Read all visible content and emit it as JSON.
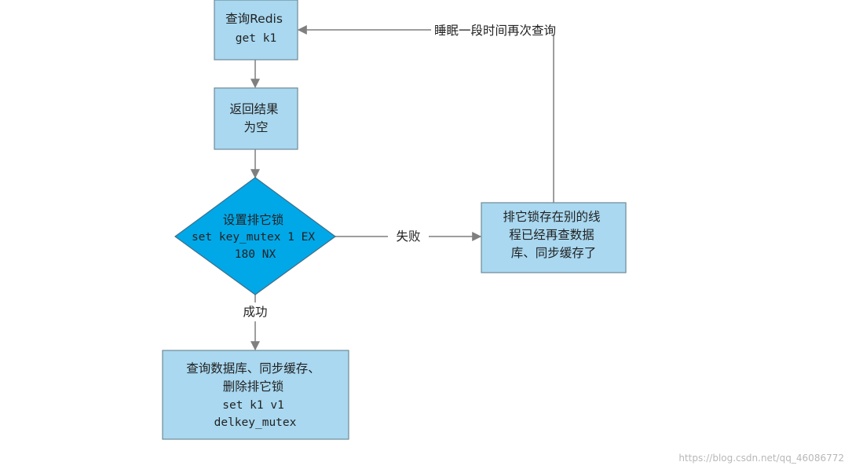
{
  "diagram": {
    "colors": {
      "box_fill": "#a9d8f0",
      "box_stroke": "#6f8a96",
      "diamond_fill": "#00a8e8",
      "diamond_stroke": "#3d6f8a",
      "line": "#7f7f7f",
      "text": "#222222"
    },
    "nodes": {
      "query_redis": {
        "lines": [
          "查询Redis",
          "get k1"
        ]
      },
      "result_empty": {
        "lines": [
          "返回结果",
          "为空"
        ]
      },
      "set_mutex": {
        "lines": [
          "设置排它锁",
          "set key_mutex 1 EX",
          "180 NX"
        ]
      },
      "lock_exists": {
        "lines": [
          "排它锁存在别的线",
          "程已经再查数据",
          "库、同步缓存了"
        ]
      },
      "query_db": {
        "lines": [
          "查询数据库、同步缓存、",
          "删除排它锁",
          "set k1 v1",
          "delkey_mutex"
        ]
      }
    },
    "edges": {
      "sleep_retry": {
        "label": "睡眠一段时间再次查询"
      },
      "fail": {
        "label": "失败"
      },
      "success": {
        "label": "成功"
      }
    }
  },
  "watermark": {
    "text": "https://blog.csdn.net/qq_46086772"
  }
}
